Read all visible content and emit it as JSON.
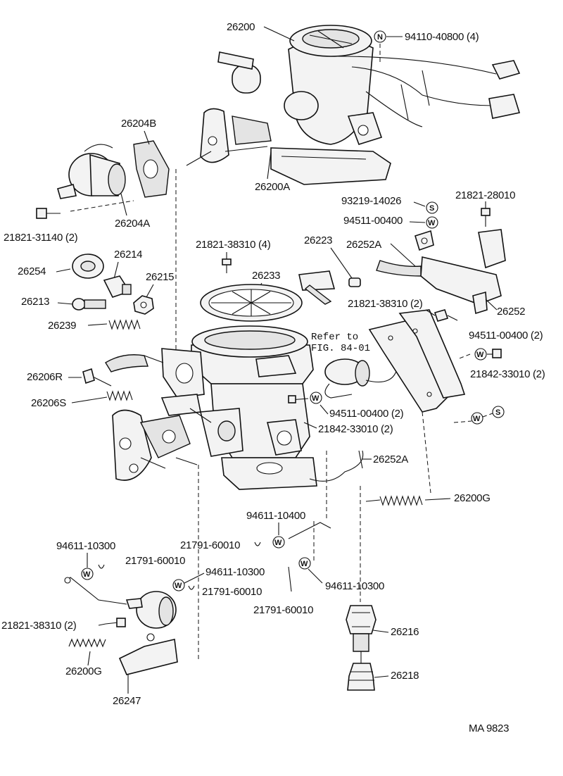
{
  "labels": {
    "p26200": "26200",
    "p94110": "94110-40800 (4)",
    "p26204B": "26204B",
    "p26200A": "26200A",
    "p93219": "93219-14026",
    "p21821_28010": "21821-28010",
    "p94511_a": "94511-00400",
    "p21821_31140": "21821-31140 (2)",
    "p26204A": "26204A",
    "p21821_38310_4": "21821-38310 (4)",
    "p26223": "26223",
    "p26252A_1": "26252A",
    "p26214": "26214",
    "p26254": "26254",
    "p26233": "26233",
    "p26215": "26215",
    "p26213": "26213",
    "p21821_38310_2a": "21821-38310 (2)",
    "p26252": "26252",
    "p26239": "26239",
    "p94511_2a": "94511-00400 (2)",
    "p21842_a": "21842-33010 (2)",
    "p26206R": "26206R",
    "p26206S": "26206S",
    "p94511_2b": "94511-00400 (2)",
    "p21842_b": "21842-33010 (2)",
    "p26252A_2": "26252A",
    "p26200G_1": "26200G",
    "p94611_10400": "94611-10400",
    "p94611_10300_a": "94611-10300",
    "p21791_a": "21791-60010",
    "p21791_b": "21791-60010",
    "p94611_10300_b": "94611-10300",
    "p21791_c": "21791-60010",
    "p21791_d": "21791-60010",
    "p94611_10300_c": "94611-10300",
    "p21821_38310_2b": "21821-38310 (2)",
    "p26216": "26216",
    "p26200G_2": "26200G",
    "p26218": "26218",
    "p26247": "26247",
    "ref_line1": "Refer to",
    "ref_line2": "FIG. 84-01",
    "code": "MA  9823"
  },
  "symbols": {
    "N": "N",
    "S": "S",
    "W": "W"
  }
}
